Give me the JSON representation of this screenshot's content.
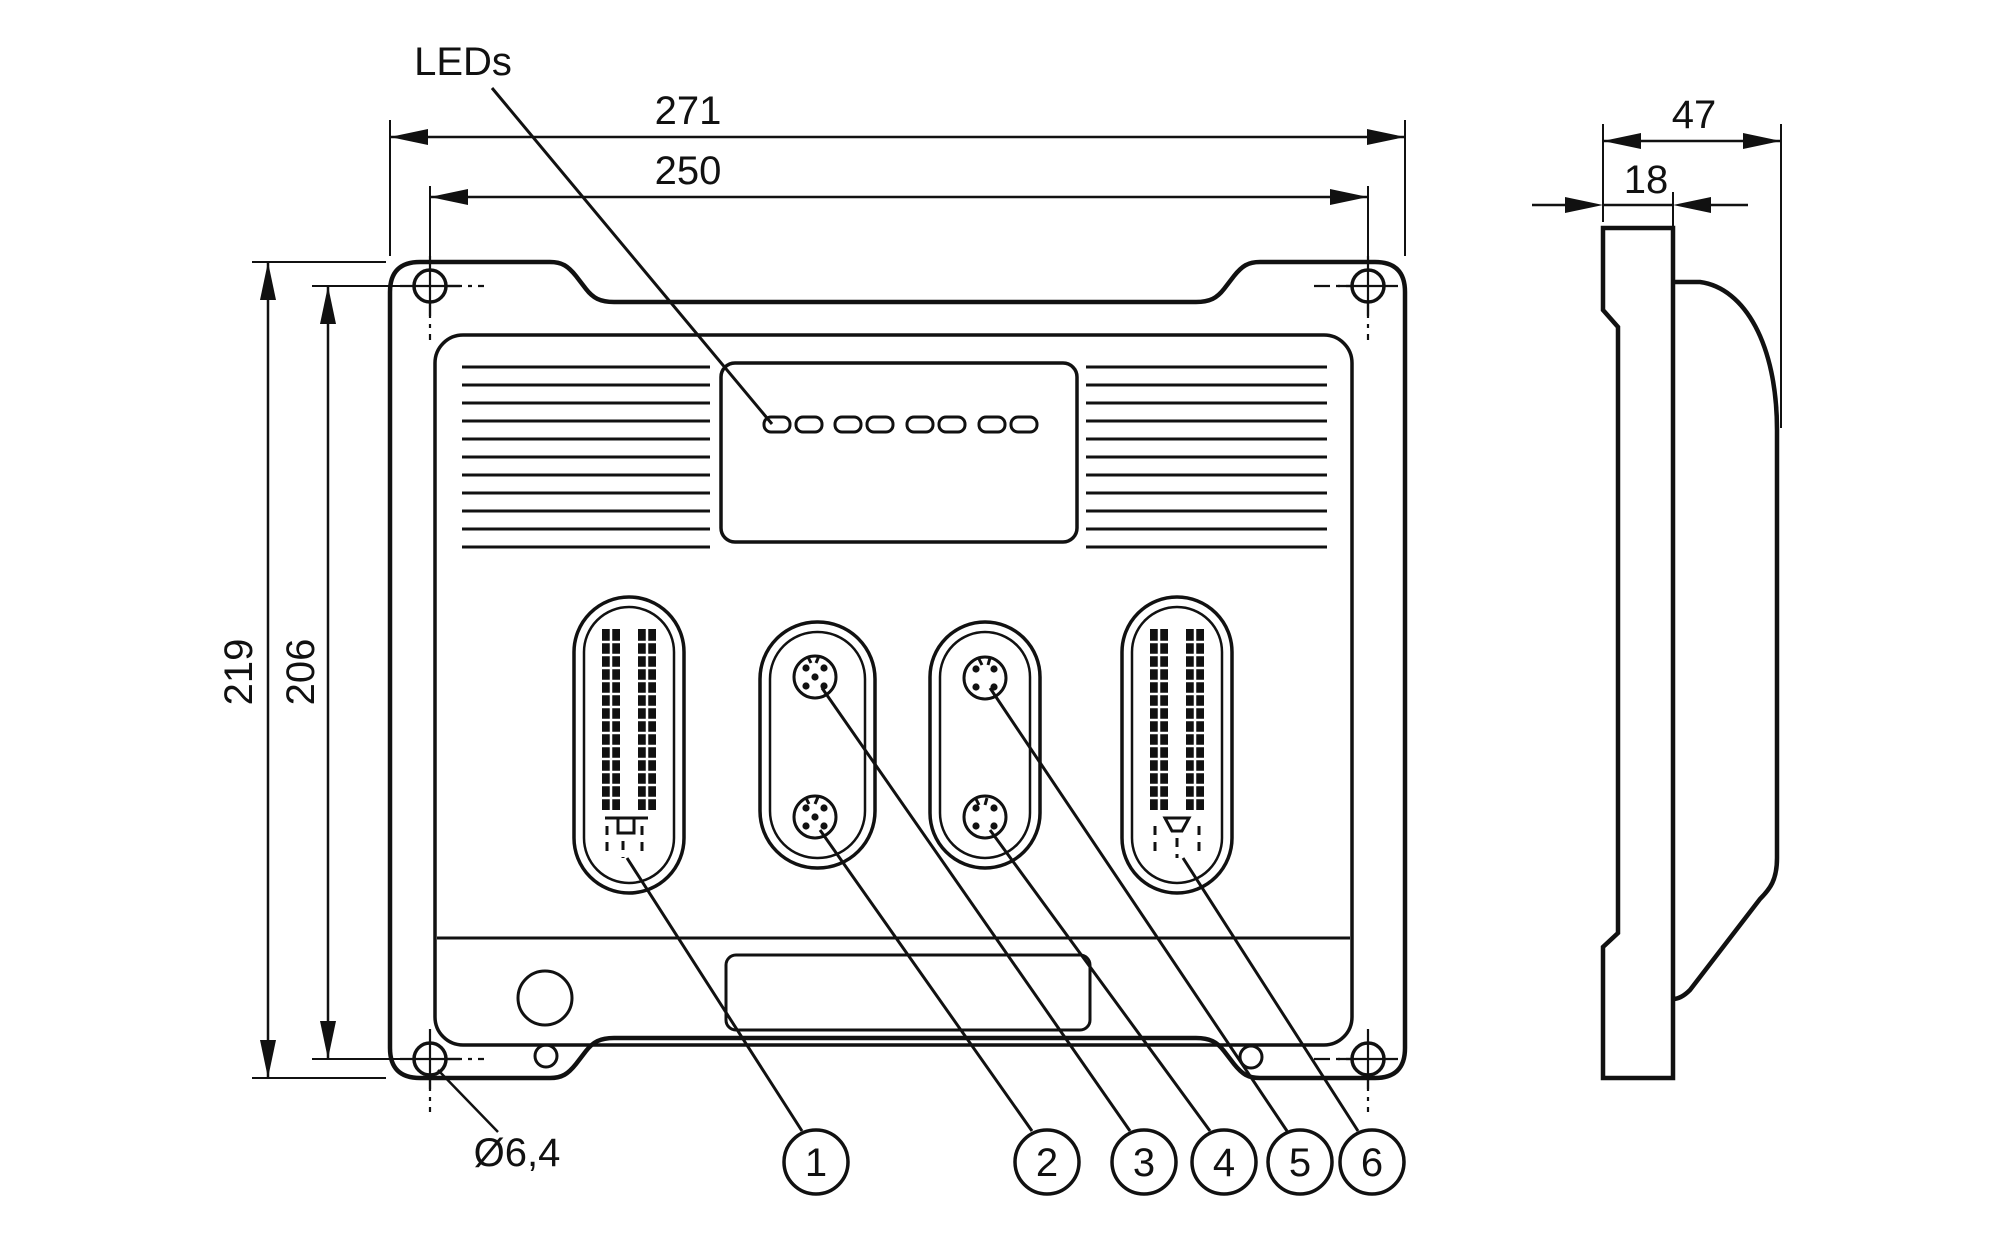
{
  "diagram": {
    "title_hint": "technical dimensional drawing of controller housing",
    "labels": {
      "leds": "LEDs",
      "hole_diameter": "Ø6,4"
    },
    "dimensions": {
      "overall_width": "271",
      "mounting_width": "250",
      "overall_height": "219",
      "mounting_height": "206",
      "overall_depth": "47",
      "flange_depth": "18"
    },
    "callouts": [
      "1",
      "2",
      "3",
      "4",
      "5",
      "6"
    ],
    "colors": {
      "ink": "#111111",
      "background": "#ffffff"
    }
  }
}
